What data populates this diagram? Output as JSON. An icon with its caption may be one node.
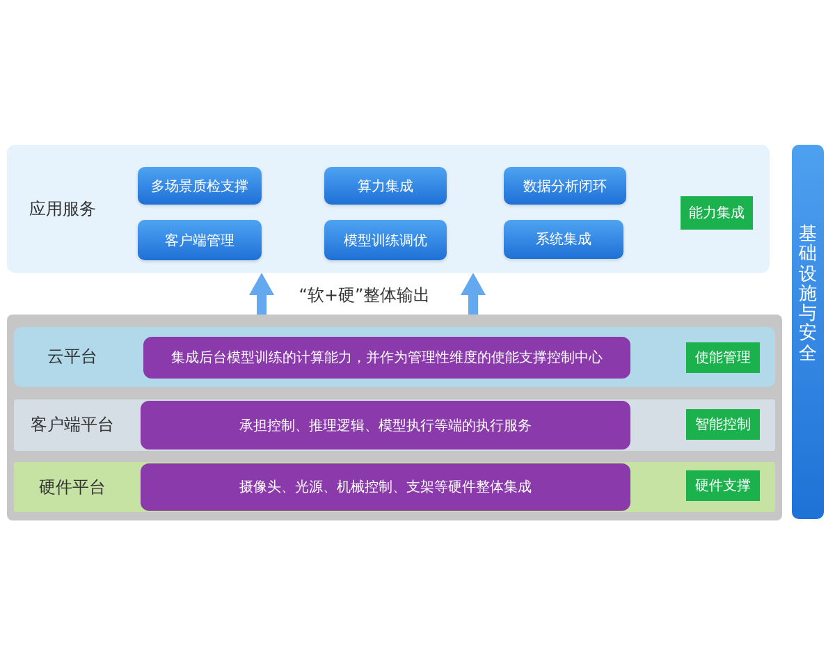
{
  "diagram": {
    "nodes": [
      {
        "text": [
          "应用服务"
        ]
      },
      {
        "text": [
          "多场景质检支撑"
        ],
        "in": 0
      },
      {
        "text": [
          "算力集成"
        ],
        "in": 0
      },
      {
        "text": [
          "数据分析闭环"
        ],
        "in": 0
      },
      {
        "text": [
          "客户端管理"
        ],
        "in": 0
      },
      {
        "text": [
          "模型训练调优"
        ],
        "in": 0
      },
      {
        "text": [
          "系统集成"
        ],
        "in": 0
      },
      {
        "text": [
          "能力集成"
        ],
        "in": 0
      },
      {
        "text": [],
        "shape": "box"
      },
      {
        "text": [
          "云平台"
        ],
        "in": 8
      },
      {
        "text": [
          "集成后台模型训练的计算能力，并作为管理性维度的使能支撑控制中心"
        ],
        "in": 9
      },
      {
        "text": [
          "使能管理"
        ],
        "in": 9
      },
      {
        "text": [
          "客户端平台"
        ],
        "in": 8
      },
      {
        "text": [
          "承担控制、推理逻辑、模型执行等端的执行服务"
        ],
        "in": 12
      },
      {
        "text": [
          "智能控制"
        ],
        "in": 12
      },
      {
        "text": [
          "硬件平台"
        ],
        "in": 8
      },
      {
        "text": [
          "摄像头、光源、机械控制、支架等硬件整体集成"
        ],
        "in": 15
      },
      {
        "text": [
          "硬件支撑"
        ],
        "in": 15
      },
      {
        "text": [
          "基础设施与安全"
        ]
      }
    ],
    "edges": [
      {
        "from": 8,
        "to": 0,
        "arrow": "to"
      },
      {
        "from": 8,
        "to": 0,
        "arrow": "to"
      }
    ],
    "labels": [
      "“软+硬”整体输出"
    ]
  }
}
